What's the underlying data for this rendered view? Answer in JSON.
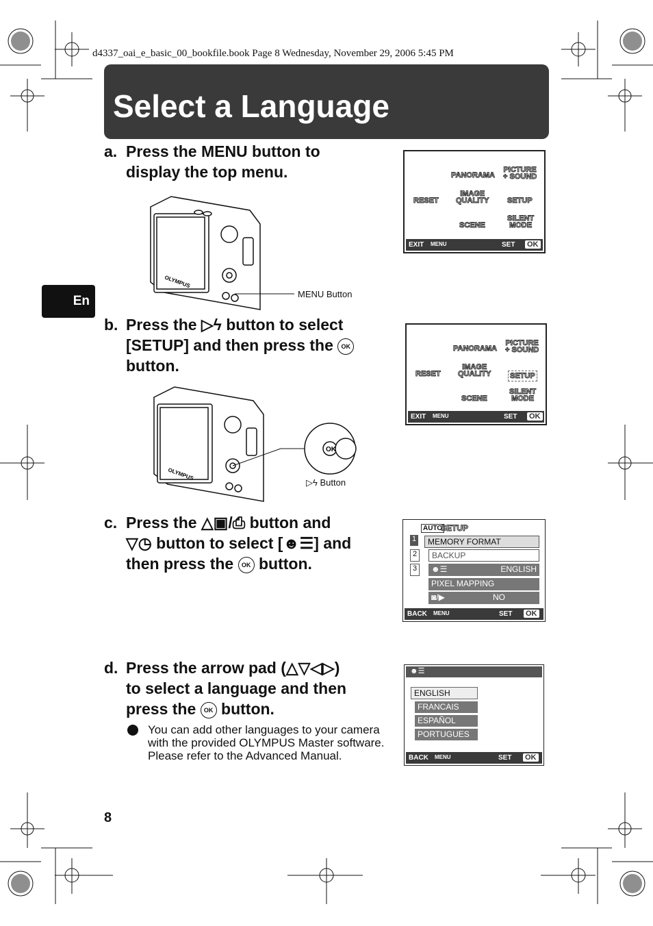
{
  "header": {
    "file_info": "d4337_oai_e_basic_00_bookfile.book  Page 8  Wednesday, November 29, 2006  5:45 PM"
  },
  "title": "Select a Language",
  "side_tab": "En",
  "page_number": "8",
  "steps": {
    "a": {
      "letter": "a.",
      "line1": "Press the MENU button to",
      "line2": "display the top menu."
    },
    "b": {
      "letter": "b.",
      "line1_pre": "Press the ",
      "line1_post": " button to select",
      "line2_pre": "[SETUP] and then press the ",
      "line3": "button."
    },
    "c": {
      "letter": "c.",
      "line1_pre": "Press the ",
      "line1_post": " button and",
      "line2_post": " button to select [",
      "line2_end": "] and",
      "line3_pre": "then press the ",
      "line3_post": " button."
    },
    "d": {
      "letter": "d.",
      "line1": "Press the arrow pad (",
      "line1_end": ")",
      "line2": "to select a language and then",
      "line3_pre": "press the ",
      "line3_post": " button."
    }
  },
  "note": "You can add other languages to your camera with the provided OLYMPUS Master software. Please refer to the Advanced Manual.",
  "callouts": {
    "menu_button": "MENU Button",
    "right_button": "Button"
  },
  "ok_label": "OK",
  "camera_brand": "OLYMPUS",
  "top_menu": {
    "panorama": "PANORAMA",
    "picture_sound": [
      "PICTURE",
      "+ SOUND"
    ],
    "reset": "RESET",
    "image_quality": [
      "IMAGE",
      "QUALITY"
    ],
    "setup": "SETUP",
    "scene": "SCENE",
    "silent_mode": [
      "SILENT",
      "MODE"
    ],
    "exit": "EXIT",
    "menu": "MENU",
    "set": "SET",
    "ok": "OK"
  },
  "setup_menu": {
    "title": "SETUP",
    "mode_icon": "AUTO",
    "tabs": [
      "1",
      "2",
      "3"
    ],
    "rows": [
      {
        "label": "MEMORY FORMAT",
        "value": ""
      },
      {
        "label": "BACKUP",
        "value": ""
      },
      {
        "label": "",
        "value": "ENGLISH"
      },
      {
        "label": "PIXEL MAPPING",
        "value": ""
      },
      {
        "label": "",
        "value": "NO"
      }
    ],
    "back": "BACK",
    "menu": "MENU",
    "set": "SET",
    "ok": "OK"
  },
  "language_menu": {
    "options": [
      "ENGLISH",
      "FRANCAIS",
      "ESPAÑOL",
      "PORTUGUES"
    ],
    "back": "BACK",
    "menu": "MENU",
    "set": "SET",
    "ok": "OK"
  },
  "colors": {
    "title_bar": "#3a3a3a",
    "lcd_bar": "#3a3a3a",
    "row_fill": "#777777"
  }
}
